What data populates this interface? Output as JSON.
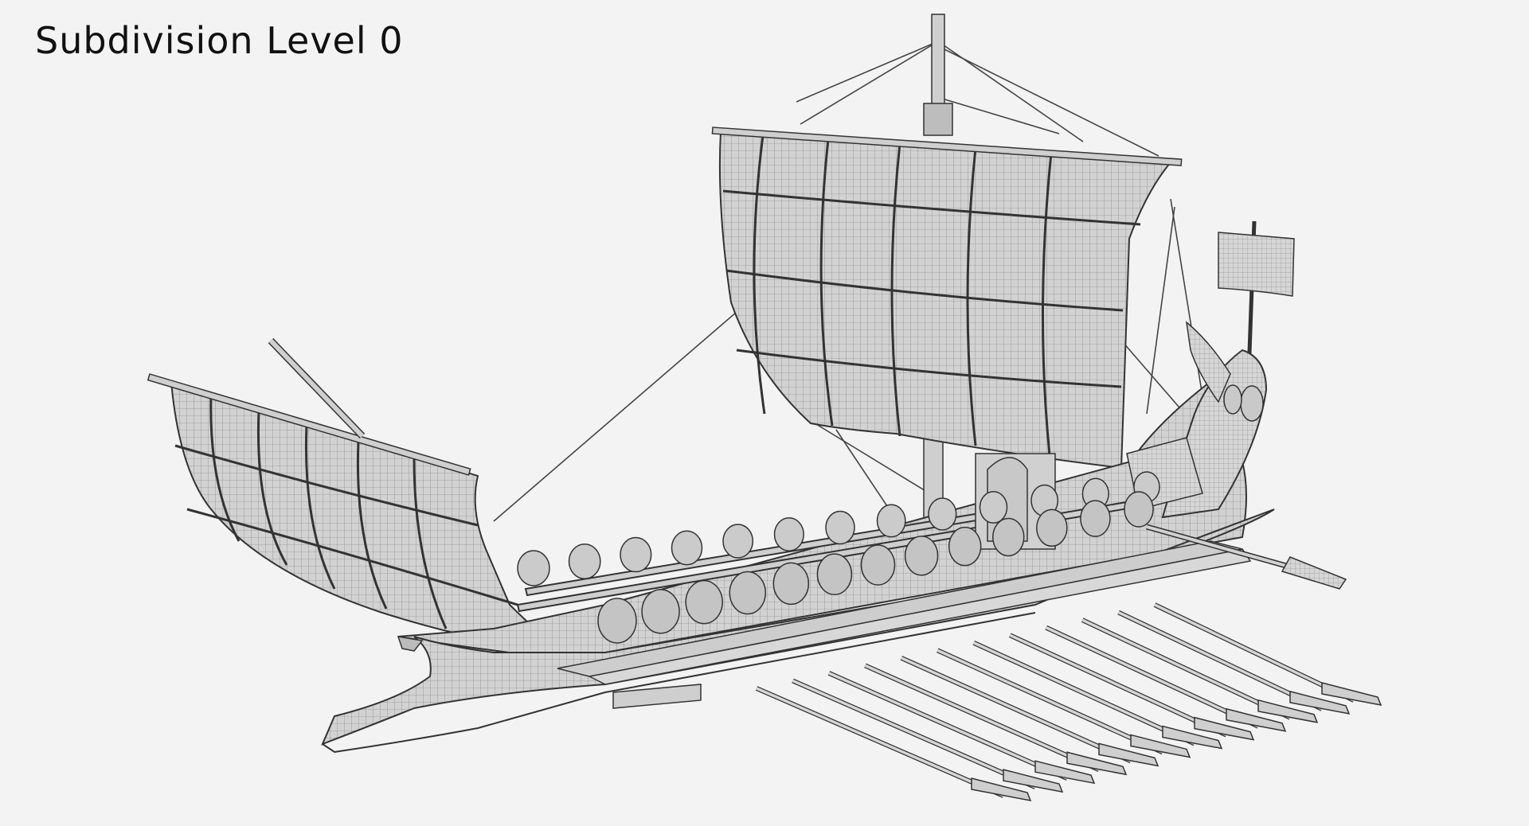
{
  "caption": {
    "text": "Subdivision Level 0"
  },
  "render": {
    "background": "#f3f3f3",
    "surface_fill": "#d4d4d4",
    "surface_fill_light": "#dedede",
    "wire_color": "#3a3a3a",
    "grid_color": "#6a6a6a"
  },
  "ship": {
    "shield_count_upper": 13,
    "shield_count_lower": 13,
    "oar_count": 12
  }
}
